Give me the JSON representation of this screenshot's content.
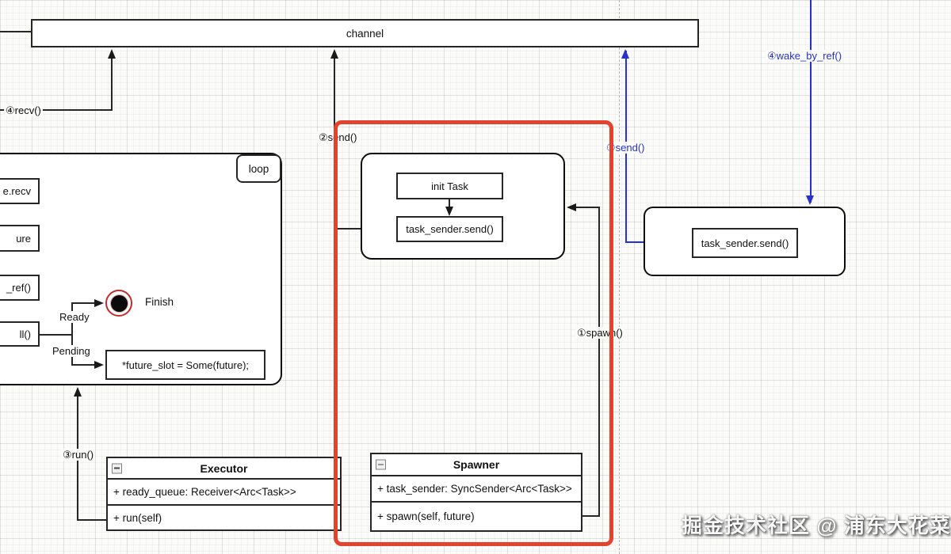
{
  "channel": {
    "label": "channel"
  },
  "connectors": {
    "recv_label": "④recv()",
    "send2_label": "②send()",
    "send1_label": "①send()",
    "wake_label": "④wake_by_ref()",
    "spawn_label": "①spawn()",
    "run_label": "③run()"
  },
  "loop_region": {
    "tag": "loop",
    "stub_boxes": [
      "e.recv",
      "ure",
      "_ref()",
      "ll()"
    ],
    "branch": {
      "ready": "Ready",
      "pending": "Pending",
      "finish": "Finish"
    },
    "future_slot": "*future_slot = Some(future);"
  },
  "task_group": {
    "init_task": "init Task",
    "task_send": "task_sender.send()"
  },
  "waker_group": {
    "task_send": "task_sender.send()"
  },
  "executor_class": {
    "title": "Executor",
    "attribute": "+ ready_queue: Receiver<Arc<Task>>",
    "method": "+ run(self)"
  },
  "spawner_class": {
    "title": "Spawner",
    "attribute": "+ task_sender: SyncSender<Arc<Task>>",
    "method": "+ spawn(self, future)"
  },
  "watermark": "掘金技术社区 @ 浦东大花菜",
  "colors": {
    "accent_blue": "#2733c8",
    "highlight_red": "#e2432f",
    "stroke": "#262626"
  }
}
